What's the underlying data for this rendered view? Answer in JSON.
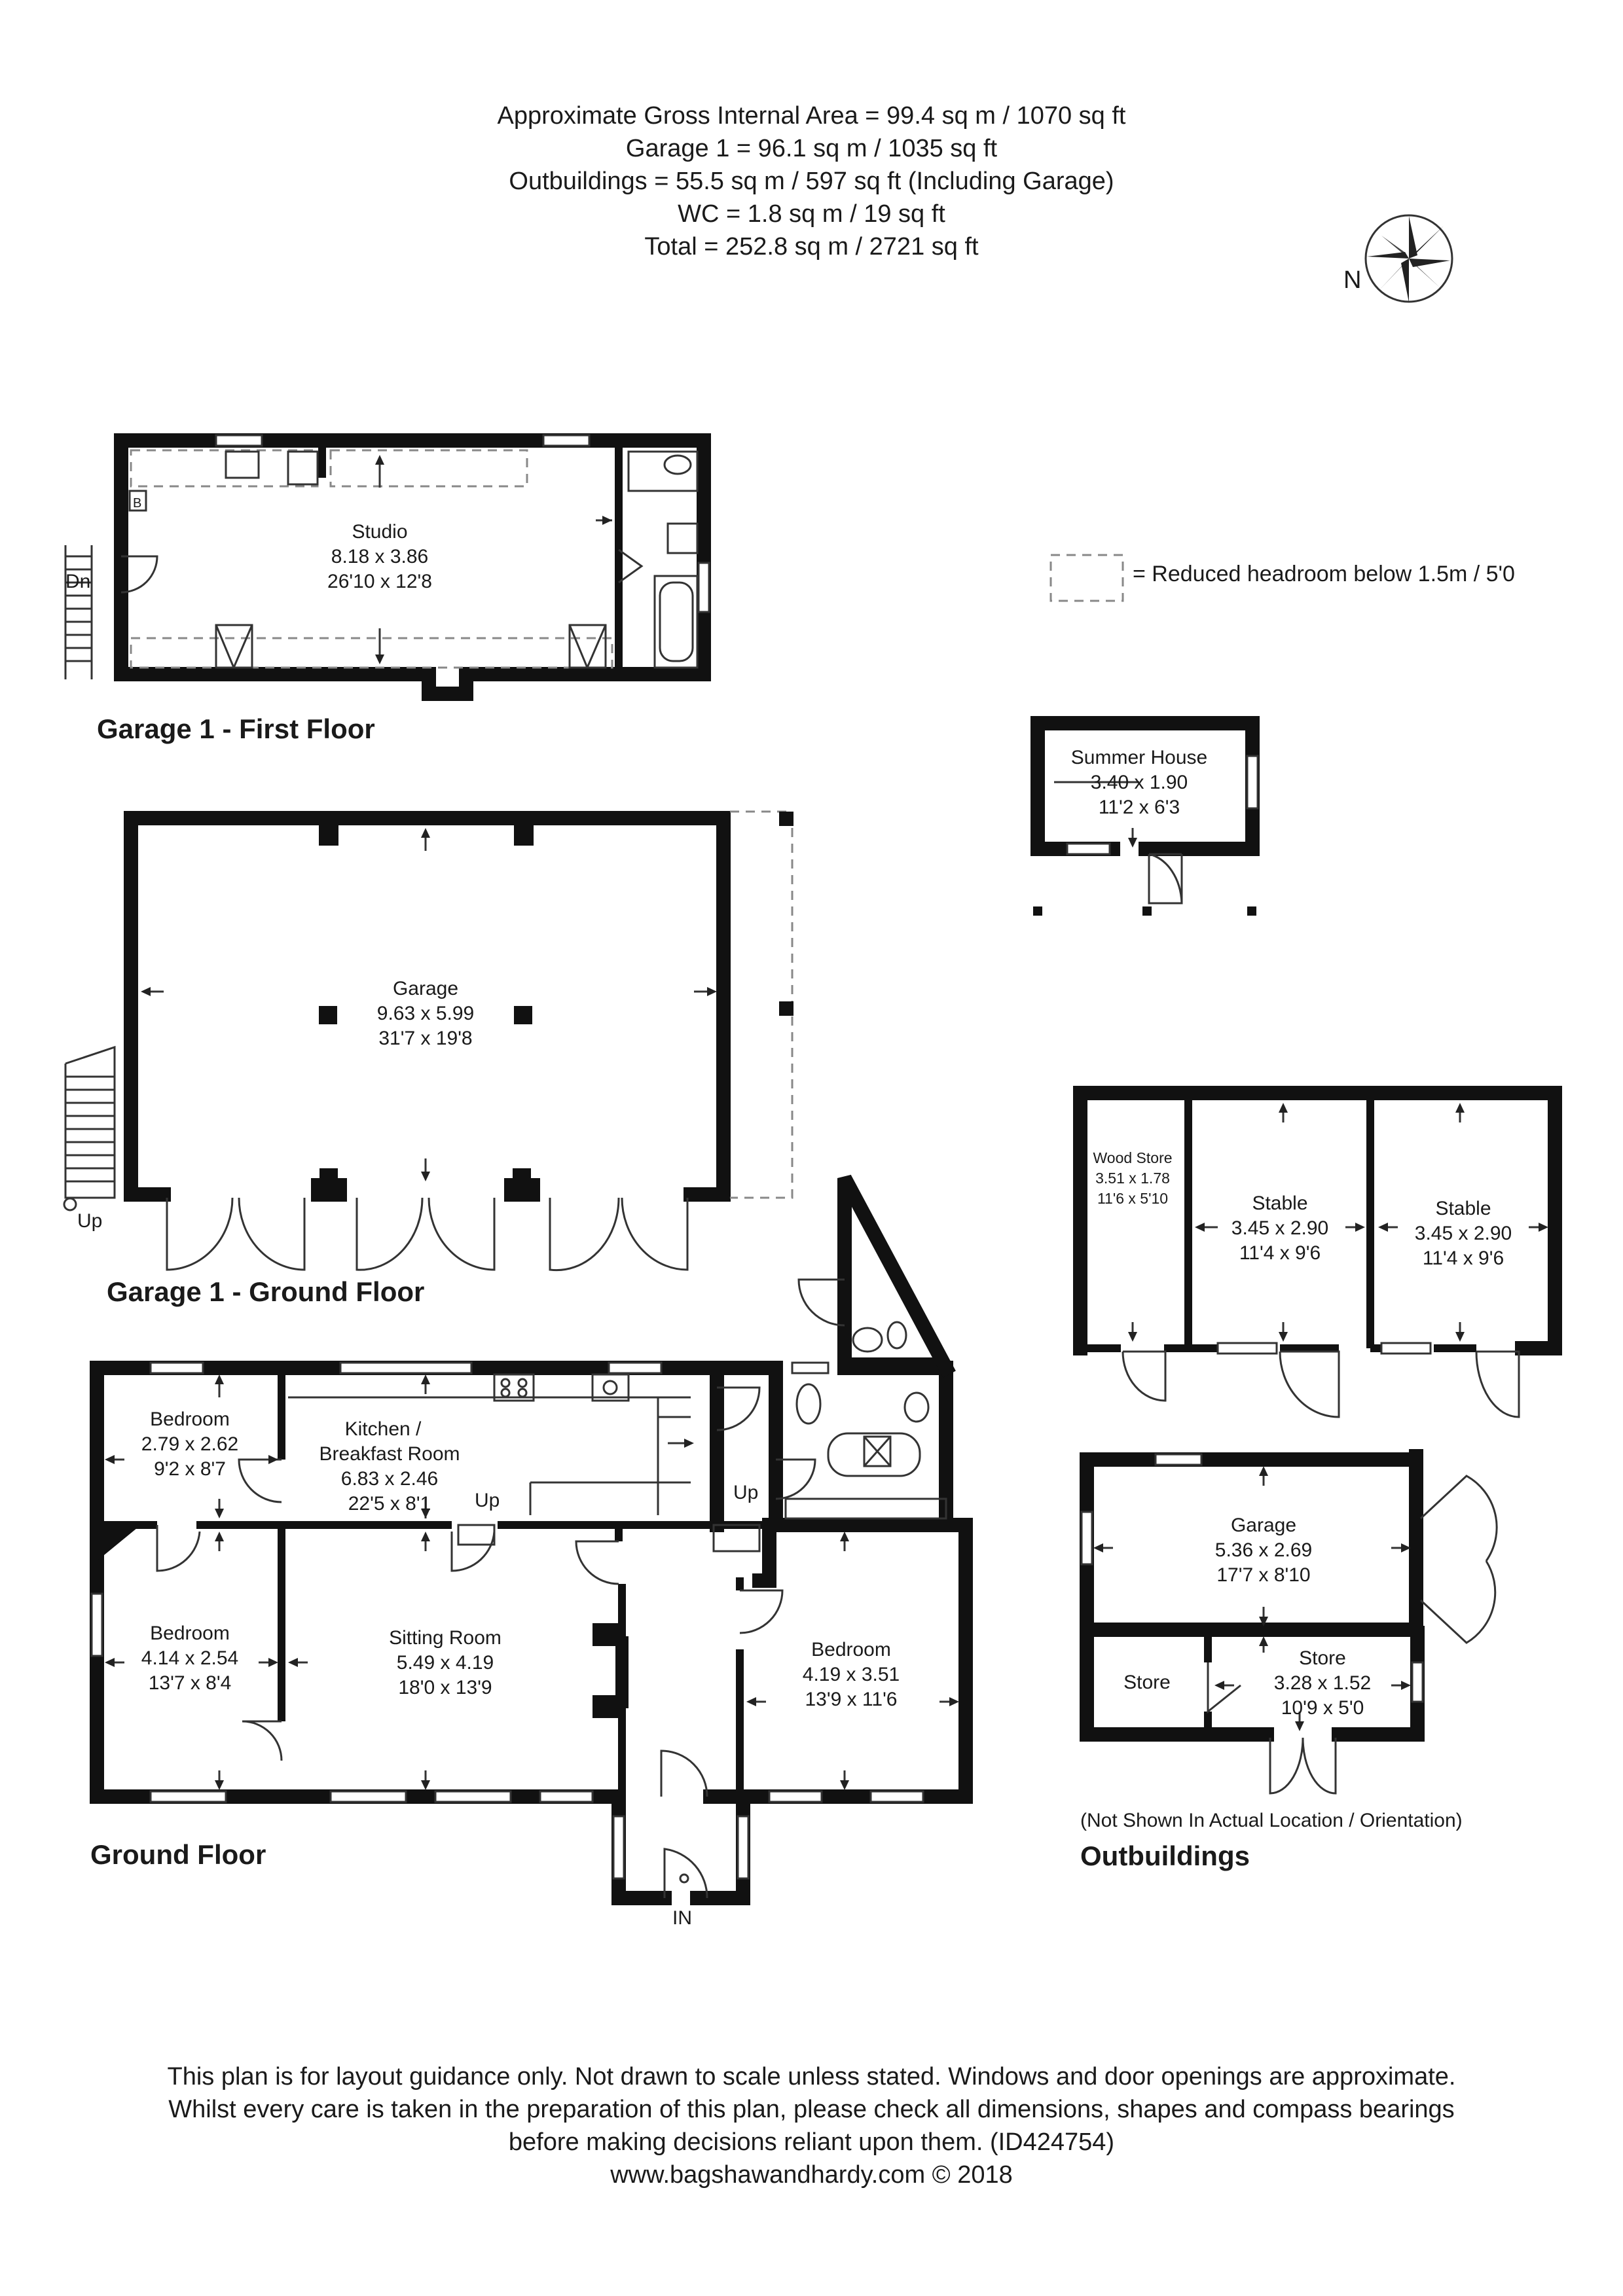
{
  "header": {
    "line1": "Approximate Gross Internal Area = 99.4 sq m / 1070 sq ft",
    "line2": "Garage 1 = 96.1 sq m / 1035 sq ft",
    "line3": "Outbuildings = 55.5 sq m / 597 sq ft (Including Garage)",
    "line4": "WC = 1.8 sq m / 19 sq ft",
    "line5": "Total = 252.8 sq m / 2721 sq ft"
  },
  "compass": {
    "label": "N"
  },
  "legend": {
    "label": "= Reduced headroom below 1.5m / 5'0"
  },
  "headings": {
    "garage_first_floor": "Garage 1 - First Floor",
    "garage_ground_floor": "Garage 1 - Ground Floor",
    "ground_floor": "Ground Floor",
    "outbuildings": "Outbuildings",
    "outbuildings_note": "(Not Shown In Actual Location / Orientation)"
  },
  "markers": {
    "dn": "Dn",
    "up_garage": "Up",
    "up_kitchen": "Up",
    "up_hall": "Up",
    "entrance": "IN",
    "boiler": "B"
  },
  "rooms": {
    "studio": {
      "name": "Studio",
      "metric": "8.18 x 3.86",
      "imperial": "26'10 x 12'8"
    },
    "garage1": {
      "name": "Garage",
      "metric": "9.63 x 5.99",
      "imperial": "31'7 x 19'8"
    },
    "summer_house": {
      "name": "Summer House",
      "metric": "3.40 x 1.90",
      "imperial": "11'2 x 6'3"
    },
    "wood_store": {
      "name": "Wood Store",
      "metric": "3.51 x 1.78",
      "imperial": "11'6 x 5'10"
    },
    "stable1": {
      "name": "Stable",
      "metric": "3.45 x 2.90",
      "imperial": "11'4 x 9'6"
    },
    "stable2": {
      "name": "Stable",
      "metric": "3.45 x 2.90",
      "imperial": "11'4 x 9'6"
    },
    "bedroom1": {
      "name": "Bedroom",
      "metric": "2.79 x 2.62",
      "imperial": "9'2 x 8'7"
    },
    "kitchen": {
      "name": "Kitchen /",
      "name2": "Breakfast Room",
      "metric": "6.83 x 2.46",
      "imperial": "22'5 x 8'1"
    },
    "bedroom2": {
      "name": "Bedroom",
      "metric": "4.14 x 2.54",
      "imperial": "13'7 x 8'4"
    },
    "sitting": {
      "name": "Sitting Room",
      "metric": "5.49 x 4.19",
      "imperial": "18'0 x 13'9"
    },
    "bedroom3": {
      "name": "Bedroom",
      "metric": "4.19 x 3.51",
      "imperial": "13'9 x 11'6"
    },
    "garage2": {
      "name": "Garage",
      "metric": "5.36 x 2.69",
      "imperial": "17'7 x 8'10"
    },
    "store_small": {
      "name": "Store"
    },
    "store": {
      "name": "Store",
      "metric": "3.28 x 1.52",
      "imperial": "10'9 x 5'0"
    }
  },
  "footer": {
    "line1": "This plan is for layout guidance only. Not drawn to scale unless stated. Windows and door openings are approximate.",
    "line2": "Whilst every care is taken in the preparation of this plan, please check all dimensions, shapes and compass bearings",
    "line3": "before making decisions reliant upon them. (ID424754)",
    "line4": "www.bagshawandhardy.com © 2018"
  },
  "colors": {
    "wall": "#111111",
    "line": "#333333",
    "dash": "#888888"
  }
}
